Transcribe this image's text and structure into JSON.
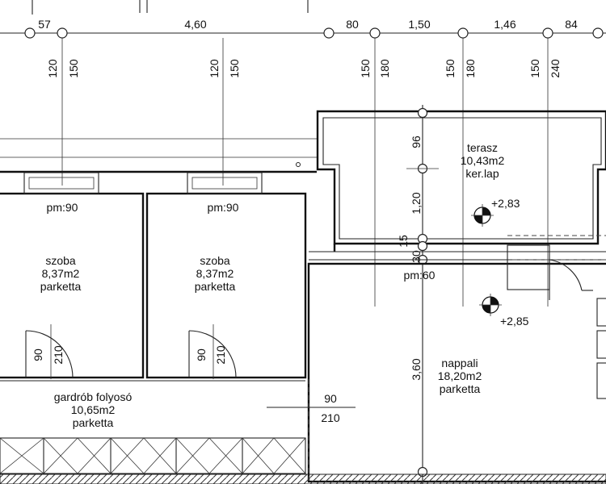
{
  "top_dimensions": [
    "57",
    "4,60",
    "80",
    "1,50",
    "1,46",
    "84"
  ],
  "opening_heights": {
    "a": "120",
    "b": "150",
    "c": "120",
    "d": "150",
    "e": "150",
    "f": "180",
    "g": "150",
    "h": "180",
    "i": "150",
    "j": "240"
  },
  "rooms": {
    "terasz": {
      "name": "terasz",
      "area": "10,43m2",
      "floor": "ker.lap"
    },
    "szoba1": {
      "name": "szoba",
      "area": "8,37m2",
      "floor": "parketta"
    },
    "szoba2": {
      "name": "szoba",
      "area": "8,37m2",
      "floor": "parketta"
    },
    "gardrob": {
      "name": "gardrób folyosó",
      "area": "10,65m2",
      "floor": "parketta"
    },
    "nappali": {
      "name": "nappali",
      "area": "18,20m2",
      "floor": "parketta"
    }
  },
  "sill_labels": {
    "pm1": "pm:90",
    "pm2": "pm:90",
    "pm3": "pm:60"
  },
  "levels": {
    "terrace": "+2,83",
    "living": "+2,85"
  },
  "vertical_dims": {
    "d96": "96",
    "d120": "1,20",
    "d15": "15",
    "d30": "30",
    "d360": "3,60"
  },
  "door_dims": {
    "w1": "90",
    "h1": "210",
    "w2": "90",
    "h2": "210",
    "w3": "90",
    "h3": "210"
  }
}
